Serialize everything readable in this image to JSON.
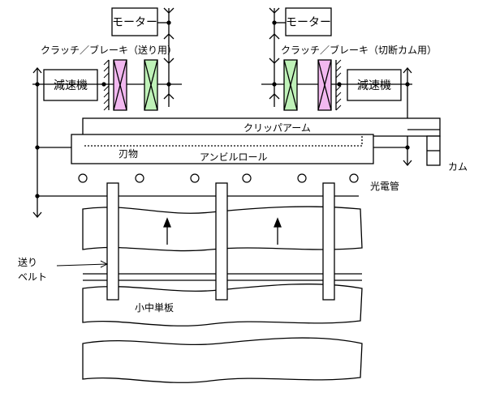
{
  "labels": {
    "motor_left": "モーター",
    "motor_right": "モーター",
    "clutch_left": "クラッチ／ブレーキ（送り用）",
    "clutch_right": "クラッチ／ブレーキ（切断カム用）",
    "reducer_left": "減速機",
    "reducer_right": "減速機",
    "clipper_arm": "クリッパアーム",
    "blade": "刃物",
    "anvil_roll": "アンビルロール",
    "cam": "カム",
    "photo_tube": "光電管",
    "feed_belt_line1": "送り",
    "feed_belt_line2": "ベルト",
    "veneer": "小中単板"
  },
  "colors": {
    "clutch_pink": "#f2b8f0",
    "clutch_green": "#bff2b8",
    "stroke": "#000000",
    "background": "#ffffff"
  }
}
